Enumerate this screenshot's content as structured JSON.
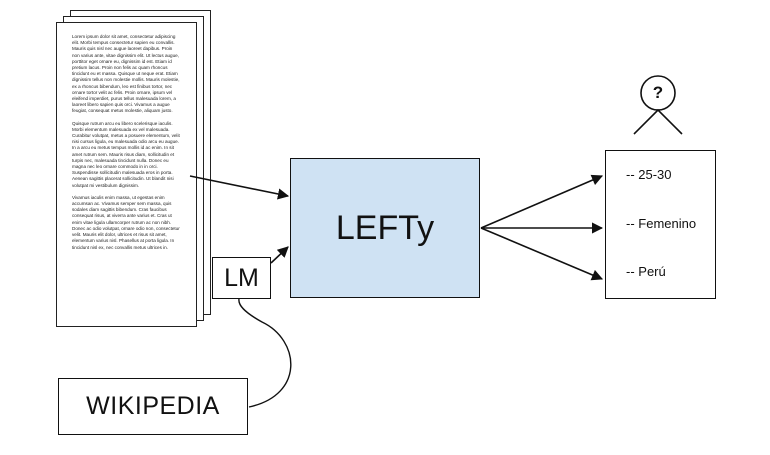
{
  "document": {
    "paragraphs": [
      "Lorem ipsum dolor sit amet, consectetur adipiscing elit. Morbi tempus consectetur sapien eu convallis. Mauris quis nisl nec augue laoreet dapibus. Proin non varius ante, vitae dignissim elit. Ut lectus augue, porttitor eget ornare eu, dignissim id est. Etiam id pretium lacus. Proin non felis ac quam rhoncus tincidunt eu et massa. Quisque ut neque erat. Etiam dignissim tellus non molestie mollis. Mauris molestie, ex a rhoncus bibendum, leo est finibus tortor, nec ornare tortor velit ac felis. Proin ornare, ipsum vel eleifend imperdiet, purus tellus malesuada lorem, a laoreet libero sapien quis orci. Vivamus a augue feugiat, consequat metus molestie, aliquam justo.",
      "Quisque rutrum arcu eu libero scelerisque iaculis. Morbi elementum malesuada ex vel malesuada. Curabitur volutpat, metus a posuere elementum, velit nisi cursus ligula, eu malesuada odio arcu eu augue. In a arcu eu metus tempus mollis id ac enim. In sit amet rutrum sem. Mauris risus diam, sollicitudin et turpis nec, malesuada tincidunt nulla. Donec eu magna nec leo ornare commodo in in orci. Suspendisse sollicitudin malesuada eros in porta. Aenean sagittis placerat sollicitudin. Ut blandit nisi volutpat mi vestibulum dignissim.",
      "Vivamus iaculis enim massa, ut egestas enim accumsan ac. Vivamus semper sem massa, quis sodales diam sagittis bibendum. Cras faucibus consequat risus, at viverra ante varius et. Cras ut enim vitae ligula ullamcorper rutrum ac non nibh. Donec ac odio volutpat, ornare odio non, consectetur velit. Mauris elit dolor, ultrices et risus sit amet, elementum varius nisl. Phasellus at porta ligula. In tincidunt nisl ex, nec convallis metus ultrices in."
    ]
  },
  "model": {
    "label": "LEFTy"
  },
  "lm": {
    "label": "LM"
  },
  "source": {
    "label": "WIKIPEDIA"
  },
  "outputs": [
    "-- 25-30",
    "-- Femenino",
    "-- Perú"
  ],
  "person": {
    "symbol": "?"
  }
}
